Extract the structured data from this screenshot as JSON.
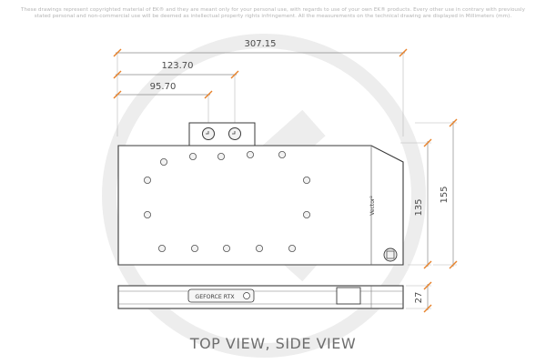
{
  "disclaimer": {
    "line1": "These drawings represent copyrighted material of EK® and they are meant only for your personal use, with regards to use of your own EK® products. Every other use in contrary with previously",
    "line2": "stated personal and non-commercial use will be deemed as intellectual property rights infringement. All the measurements on the technical drawing are displayed in Millimeters (mm)."
  },
  "dimensions": {
    "overall_length": "307.15",
    "terminal_far": "123.70",
    "terminal_near": "95.70",
    "body_height": "135",
    "total_height": "155",
    "thickness": "27"
  },
  "part_labels": {
    "vector_badge": "Vector²",
    "side_plate": "GEFORCE RTX"
  },
  "caption": "TOP VIEW, SIDE VIEW",
  "colors": {
    "outline": "#3a3a3a",
    "dimension_line": "#9a9a9a",
    "dimension_tick": "#e8822a",
    "watermark": "#ececec",
    "screw_fill": "#f2f2f2"
  }
}
